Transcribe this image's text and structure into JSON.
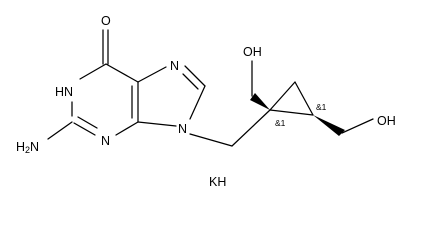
{
  "molecule": {
    "atoms": {
      "carbonyl_oxygen": "O",
      "n1h": "HN",
      "n3": "N",
      "n7": "N",
      "n9": "N",
      "amine": "H2N",
      "hydroxyl_upper": "OH",
      "hydroxyl_right": "OH",
      "counter_ion": "KH"
    },
    "stereo_descriptors": {
      "quaternary_carbon": "&1",
      "ring_carbon": "&1"
    }
  }
}
